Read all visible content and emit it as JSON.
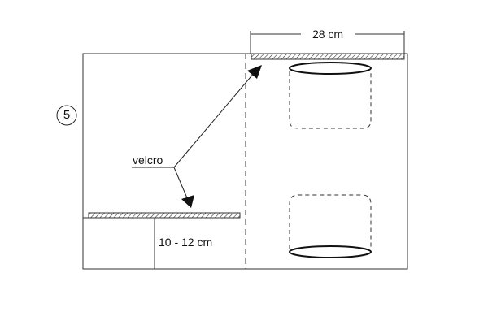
{
  "step_number": "5",
  "labels": {
    "width": "28 cm",
    "fastener": "velcro",
    "height": "10 - 12 cm"
  }
}
